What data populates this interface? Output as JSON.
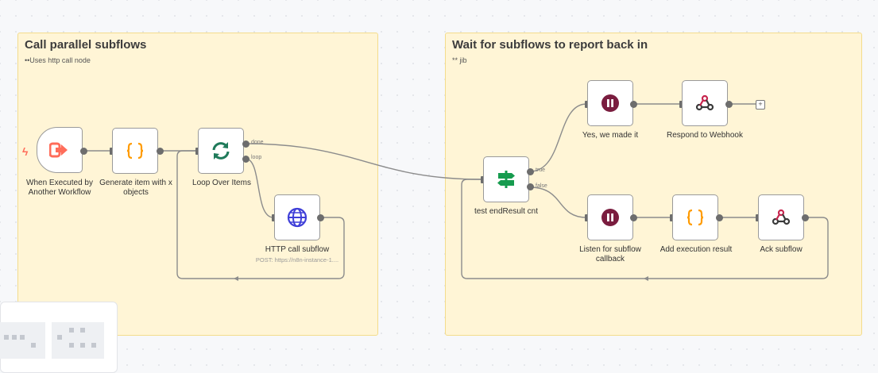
{
  "sticky_notes": [
    {
      "title": "Call parallel subflows",
      "subtitle": "••Uses http call node"
    },
    {
      "title": "Wait for subflows to report back in",
      "subtitle": "** jib"
    }
  ],
  "nodes": {
    "trigger": {
      "label": "When Executed by Another Workflow",
      "icon": "sign-in-arrow-icon",
      "color": "#ff6d5a"
    },
    "generate": {
      "label": "Generate item with x objects",
      "icon": "code-braces-icon",
      "color": "#ff9b00"
    },
    "loop": {
      "label": "Loop Over Items",
      "icon": "sync-arrows-icon",
      "color": "#1f7a5a",
      "port_done": "done",
      "port_loop": "loop"
    },
    "http": {
      "label": "HTTP call subflow",
      "subtitle": "POST: https://n8n-instance-1....",
      "icon": "globe-icon",
      "color": "#3f3fd8"
    },
    "test": {
      "label": "test endResult cnt",
      "icon": "signpost-icon",
      "color": "#169b4e",
      "port_true": "true",
      "port_false": "false"
    },
    "yes": {
      "label": "Yes, we made it",
      "icon": "pause-icon",
      "color": "#7a1d3f"
    },
    "respond": {
      "label": "Respond to Webhook",
      "icon": "webhook-icon",
      "color": "#c7254e"
    },
    "listen": {
      "label": "Listen for subflow callback",
      "icon": "pause-icon",
      "color": "#7a1d3f"
    },
    "add": {
      "label": "Add execution result",
      "icon": "code-braces-icon",
      "color": "#ff9b00"
    },
    "ack": {
      "label": "Ack subflow",
      "icon": "webhook-icon",
      "color": "#c7254e"
    }
  },
  "add_node_button": "+"
}
